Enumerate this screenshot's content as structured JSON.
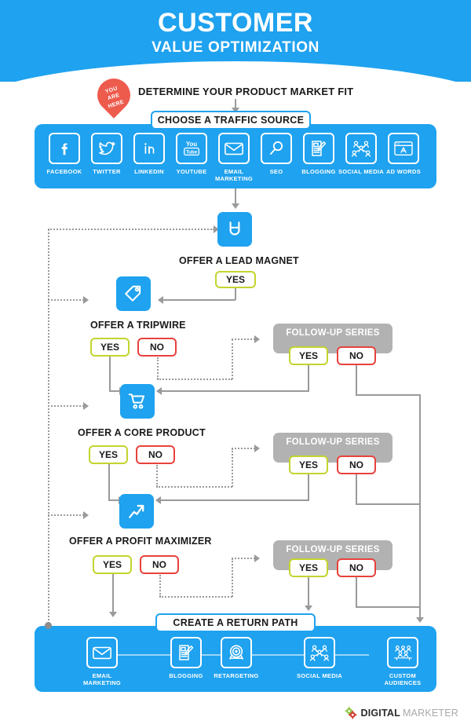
{
  "header": {
    "title_main": "CUSTOMER",
    "title_sub": "VALUE OPTIMIZATION",
    "bg_color": "#1fa2ef"
  },
  "pin": {
    "line1": "YOU",
    "line2": "ARE",
    "line3": "HERE",
    "color": "#ed5b4d"
  },
  "steps": {
    "product_market_fit": "DETERMINE YOUR PRODUCT MARKET FIT",
    "choose_traffic_source": "CHOOSE A TRAFFIC SOURCE",
    "offer_lead_magnet": "OFFER A LEAD MAGNET",
    "offer_tripwire": "OFFER A TRIPWIRE",
    "offer_core_product": "OFFER A CORE PRODUCT",
    "offer_profit_maximizer": "OFFER A PROFIT MAXIMIZER",
    "create_return_path": "CREATE A RETURN PATH"
  },
  "labels": {
    "yes": "YES",
    "no": "NO",
    "follow_up_series": "FOLLOW-UP SERIES"
  },
  "colors": {
    "yes_border": "#c3d42e",
    "no_border": "#e8423c",
    "brand_blue": "#1fa2ef",
    "follow_up_gray": "#b2b2b2",
    "connector_gray": "#9a9a9a"
  },
  "traffic_sources": [
    {
      "icon": "facebook-icon",
      "label": "FACEBOOK"
    },
    {
      "icon": "twitter-icon",
      "label": "TWITTER"
    },
    {
      "icon": "linkedin-icon",
      "label": "LINKEDIN"
    },
    {
      "icon": "youtube-icon",
      "label": "YOUTUBE"
    },
    {
      "icon": "envelope-icon",
      "label": "EMAIL MARKETING"
    },
    {
      "icon": "magnifier-icon",
      "label": "SEO"
    },
    {
      "icon": "blog-pencil-icon",
      "label": "BLOGGING"
    },
    {
      "icon": "people-network-icon",
      "label": "SOCIAL MEDIA"
    },
    {
      "icon": "browser-window-icon",
      "label": "AD WORDS"
    }
  ],
  "return_path_sources": [
    {
      "icon": "envelope-icon",
      "label": "EMAIL MARKETING"
    },
    {
      "icon": "blog-pencil-icon",
      "label": "BLOGGING"
    },
    {
      "icon": "target-icon",
      "label": "RETARGETING"
    },
    {
      "icon": "people-network-icon",
      "label": "SOCIAL MEDIA"
    },
    {
      "icon": "audience-group-icon",
      "label": "CUSTOM AUDIENCES"
    }
  ],
  "offer_tiles": [
    {
      "icon": "magnet-icon",
      "name": "lead-magnet-tile"
    },
    {
      "icon": "price-tag-icon",
      "name": "tripwire-tile"
    },
    {
      "icon": "shopping-cart-icon",
      "name": "core-product-tile"
    },
    {
      "icon": "growth-arrow-icon",
      "name": "profit-maximizer-tile"
    }
  ],
  "logo": {
    "text_bold": "DIGITAL",
    "text_light": "MARKETER"
  }
}
